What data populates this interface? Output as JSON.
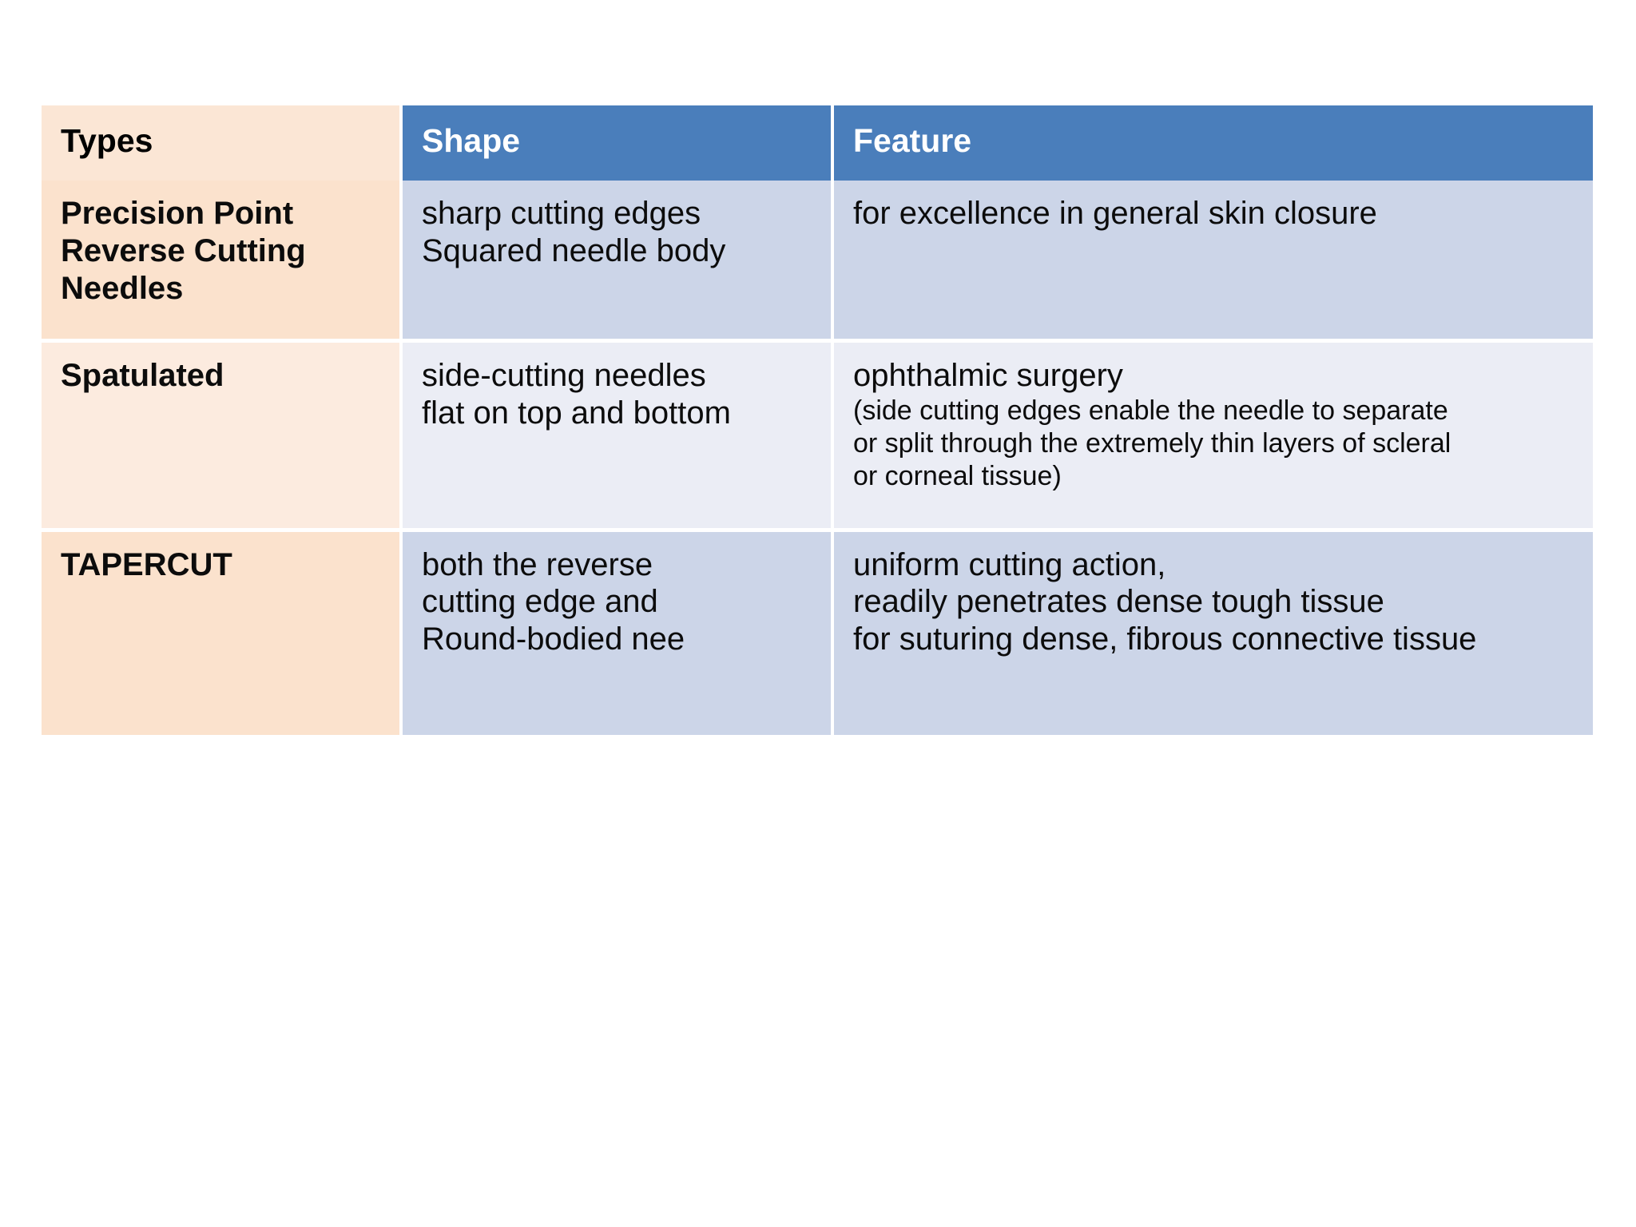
{
  "table": {
    "columns": [
      {
        "key": "types",
        "label": "Types"
      },
      {
        "key": "shape",
        "label": "Shape"
      },
      {
        "key": "feature",
        "label": "Feature"
      }
    ],
    "rows": [
      {
        "types_lines": [
          "Precision Point",
          "Reverse Cutting",
          "Needles"
        ],
        "shape_lines": [
          "sharp cutting edges",
          "Squared needle body"
        ],
        "feature_lines": [
          "for excellence in general skin closure"
        ],
        "feature_sub_lines": []
      },
      {
        "types_lines": [
          "Spatulated"
        ],
        "shape_lines": [
          "side-cutting needles",
          "flat on top and bottom"
        ],
        "feature_lines": [
          "ophthalmic surgery"
        ],
        "feature_sub_lines": [
          "(side cutting edges enable the needle to separate",
          "or split through the extremely thin layers of scleral",
          "or corneal tissue)"
        ]
      },
      {
        "types_lines": [
          "TAPERCUT"
        ],
        "shape_lines": [
          "both the reverse",
          "cutting edge and",
          "Round-bodied nee"
        ],
        "feature_lines": [
          "uniform cutting action,",
          "readily penetrates dense tough tissue",
          "for suturing dense, fibrous connective tissue"
        ],
        "feature_sub_lines": []
      }
    ]
  },
  "colors": {
    "header_accent": "#4a7ebb",
    "header_types_bg": "#fbe6d5",
    "band_a_types": "#fbe2cd",
    "band_a_data": "#ccd5e8",
    "band_b_types": "#fcebdf",
    "band_b_data": "#ebedf5",
    "text": "#0c0c0c",
    "page_bg": "#ffffff"
  }
}
